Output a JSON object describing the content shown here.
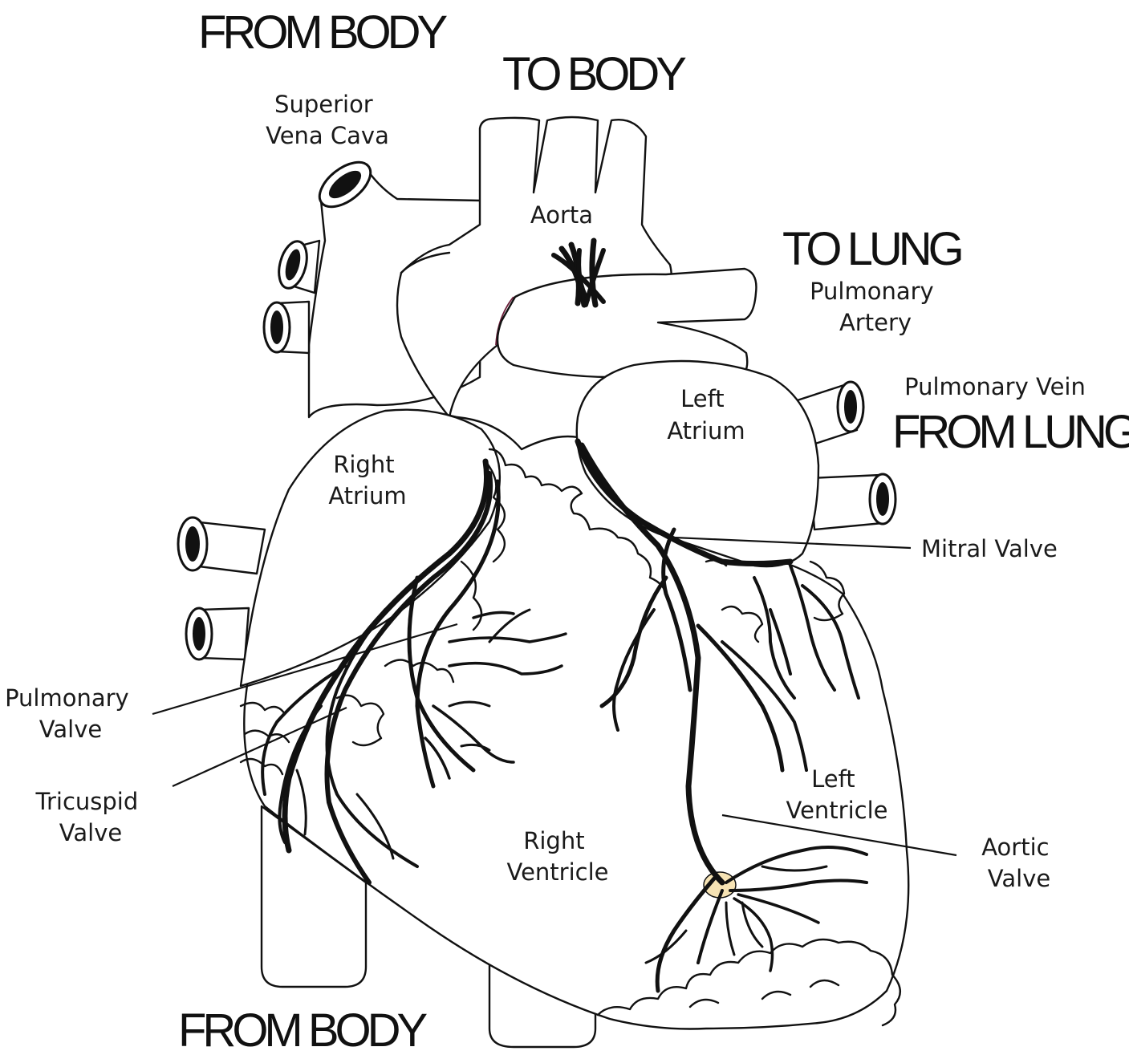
{
  "flow_labels": {
    "from_body_top": "FROM BODY",
    "to_body": "TO BODY",
    "to_lung": "TO LUNG",
    "from_lung": "FROM LUNG",
    "from_body_bottom": "FROM BODY"
  },
  "structures": {
    "superior_vena_cava": [
      "Superior",
      "Vena Cava"
    ],
    "aorta": [
      "Aorta"
    ],
    "pulmonary_artery": [
      "Pulmonary",
      "Artery"
    ],
    "pulmonary_vein": [
      "Pulmonary Vein"
    ],
    "left_atrium": [
      "Left",
      "Atrium"
    ],
    "right_atrium": [
      "Right",
      "Atrium"
    ],
    "mitral_valve": [
      "Mitral Valve"
    ],
    "pulmonary_valve": [
      "Pulmonary",
      "Valve"
    ],
    "tricuspid_valve": [
      "Tricuspid",
      "Valve"
    ],
    "left_ventricle": [
      "Left",
      "Ventricle"
    ],
    "right_ventricle": [
      "Right",
      "Ventricle"
    ],
    "aortic_valve": [
      "Aortic",
      "Valve"
    ]
  },
  "colors": {
    "outline": "#111111",
    "background": "#ffffff",
    "valve_highlight": "#f6e3b4",
    "accent_stroke": "#6b1f3a"
  }
}
